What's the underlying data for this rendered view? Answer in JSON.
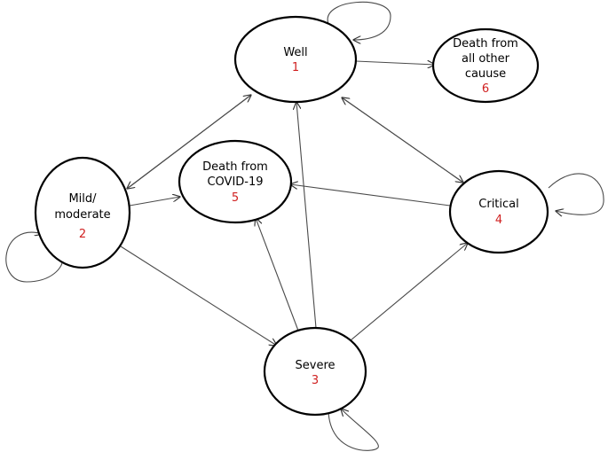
{
  "colors": {
    "number": "#d02020",
    "outline": "#000000",
    "edge": "#4a4a4a"
  },
  "states": {
    "well": {
      "label_lines": [
        "Well"
      ],
      "number": "1"
    },
    "mild": {
      "label_lines": [
        "Mild/",
        "moderate"
      ],
      "number": "2"
    },
    "severe": {
      "label_lines": [
        "Severe"
      ],
      "number": "3"
    },
    "critical": {
      "label_lines": [
        "Critical"
      ],
      "number": "4"
    },
    "covid_death": {
      "label_lines": [
        "Death from",
        "COVID-19"
      ],
      "number": "5"
    },
    "other_death": {
      "label_lines": [
        "Death from",
        "all other",
        "cauuse"
      ],
      "number": "6"
    }
  },
  "transitions": [
    {
      "from": "well",
      "to": "well"
    },
    {
      "from": "well",
      "to": "mild"
    },
    {
      "from": "mild",
      "to": "well"
    },
    {
      "from": "well",
      "to": "other_death"
    },
    {
      "from": "well",
      "to": "critical"
    },
    {
      "from": "critical",
      "to": "well"
    },
    {
      "from": "mild",
      "to": "mild"
    },
    {
      "from": "mild",
      "to": "covid_death"
    },
    {
      "from": "mild",
      "to": "severe"
    },
    {
      "from": "severe",
      "to": "covid_death"
    },
    {
      "from": "severe",
      "to": "well"
    },
    {
      "from": "severe",
      "to": "critical"
    },
    {
      "from": "severe",
      "to": "severe"
    },
    {
      "from": "critical",
      "to": "covid_death"
    },
    {
      "from": "critical",
      "to": "critical"
    }
  ]
}
